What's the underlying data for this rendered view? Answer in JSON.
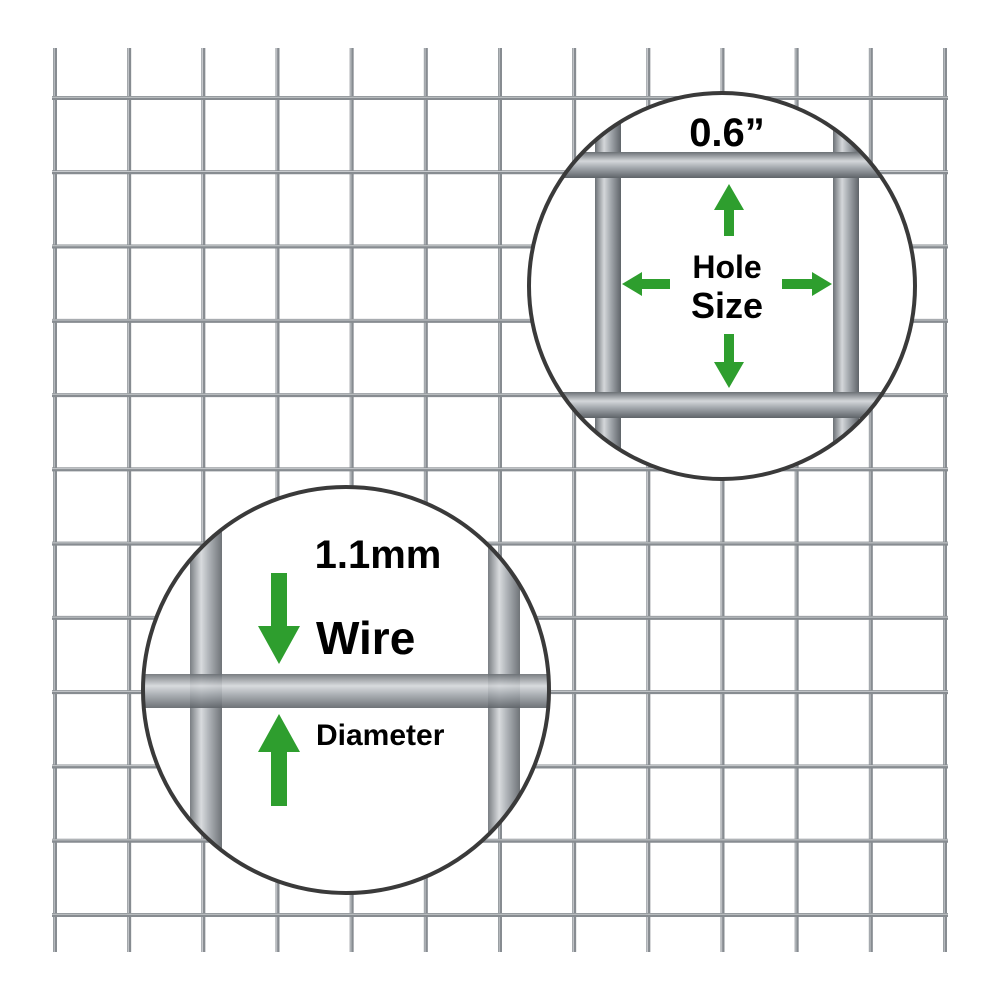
{
  "product": "Welded Wire Mesh",
  "colors": {
    "background": "#ffffff",
    "wire_light": "#c8cbce",
    "wire_mid": "#8c9196",
    "wire_dark": "#5d6267",
    "circle_border": "#3a3a3a",
    "arrow_green": "#2e9e2e",
    "text": "#000000"
  },
  "mesh": {
    "columns": 13,
    "rows": 12
  },
  "hole_callout": {
    "measurement": "0.6”",
    "label_line1": "Hole",
    "label_line2": "Size",
    "arrow_icons": [
      "arrow-up-icon",
      "arrow-down-icon",
      "arrow-left-icon",
      "arrow-right-icon"
    ]
  },
  "wire_callout": {
    "measurement": "1.1mm",
    "label_line1": "Wire",
    "label_line2": "Diameter",
    "arrow_icons": [
      "arrow-down-icon",
      "arrow-up-icon"
    ]
  }
}
